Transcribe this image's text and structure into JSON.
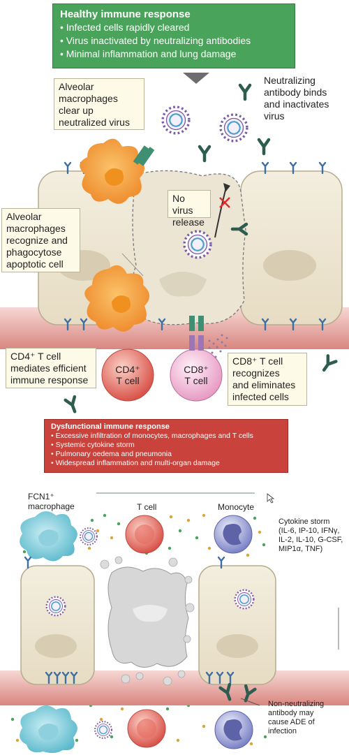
{
  "healthy": {
    "title": "Healthy immune response",
    "items": [
      "• Infected cells rapidly cleared",
      "• Virus inactivated by neutralizing antibodies",
      "• Minimal inflammation and lung damage"
    ]
  },
  "callouts": {
    "macrophage_clear": [
      "Alveolar",
      "macrophages",
      "clear up",
      "neutralized virus"
    ],
    "antibody": [
      "Neutralizing",
      "antibody binds",
      "and inactivates",
      "virus"
    ],
    "no_release": [
      "No virus",
      "release"
    ],
    "macrophage_phago": [
      "Alveolar",
      "macrophages",
      "recognize and",
      "phagocytose",
      "apoptotic cell"
    ],
    "cd4": [
      "CD4⁺ T cell",
      "mediates efficient",
      "immune response"
    ],
    "cd8": [
      "CD8⁺ T cell",
      "recognizes",
      "and eliminates",
      "infected cells"
    ]
  },
  "cells": {
    "cd4": [
      "CD4⁺",
      "T cell"
    ],
    "cd8": [
      "CD8⁺",
      "T cell"
    ]
  },
  "dysfunctional": {
    "title": "Dysfunctional immune response",
    "items": [
      "• Excessive infiltration of monocytes, macrophages and T cells",
      "• Systemic cytokine storm",
      "• Pulmonary oedema and pneumonia",
      "• Widespread inflammation and multi-organ damage"
    ]
  },
  "bottom": {
    "fcn1": [
      "FCN1⁺",
      "macrophage"
    ],
    "tcell": "T cell",
    "monocyte": "Monocyte",
    "cytokine": [
      "Cytokine storm",
      "(IL-6, IP-10, IFNγ,",
      "IL-2, IL-10, G-CSF,",
      "MIP1α, TNF)"
    ],
    "ade": [
      "Non-neutralizing",
      "antibody may",
      "cause ADE of",
      "infection"
    ]
  }
}
